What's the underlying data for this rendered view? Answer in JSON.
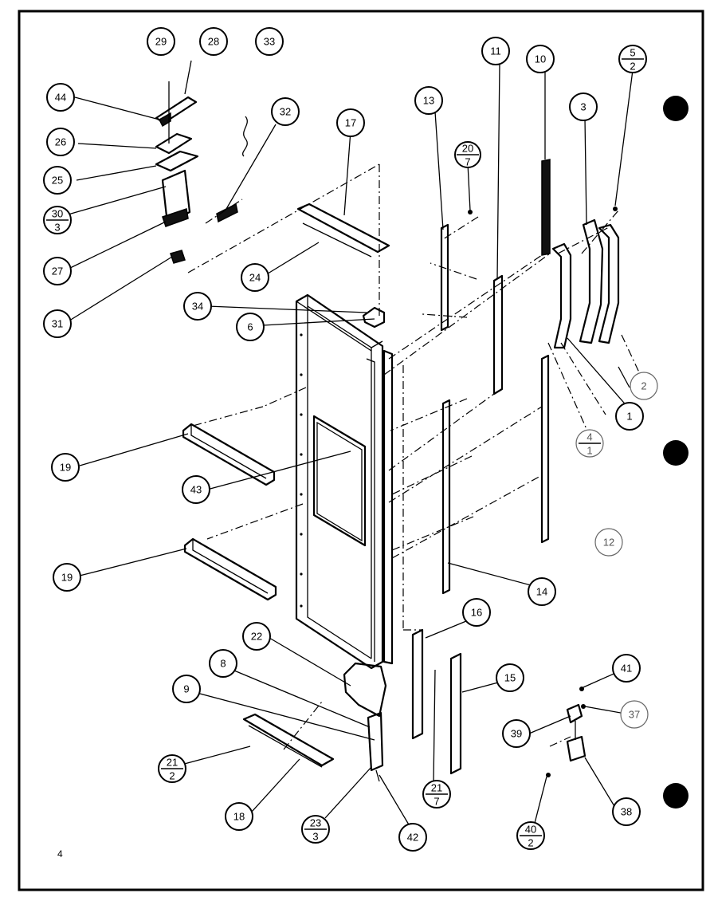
{
  "page_number": "4",
  "callouts": {
    "c29": "29",
    "c28": "28",
    "c33": "33",
    "c44": "44",
    "c32": "32",
    "c26": "26",
    "c25": "25",
    "c17": "17",
    "c30": {
      "top": "30",
      "bottom": "3"
    },
    "c27": "27",
    "c24": "24",
    "c31": "31",
    "c34": "34",
    "c6": "6",
    "c11": "11",
    "c10": "10",
    "c13": "13",
    "c20": {
      "top": "20",
      "bottom": "7"
    },
    "c3": "3",
    "c5": {
      "top": "5",
      "bottom": "2"
    },
    "c2": "2",
    "c1": "1",
    "c4": {
      "top": "4",
      "bottom": "1"
    },
    "c19a": "19",
    "c43": "43",
    "c19b": "19",
    "c12": "12",
    "c14": "14",
    "c16": "16",
    "c22": "22",
    "c8": "8",
    "c9": "9",
    "c15": "15",
    "c41": "41",
    "c37": "37",
    "c39": "39",
    "c21a": {
      "top": "21",
      "bottom": "2"
    },
    "c21b": {
      "top": "21",
      "bottom": "7"
    },
    "c18": "18",
    "c23": {
      "top": "23",
      "bottom": "3"
    },
    "c42": "42",
    "c40": {
      "top": "40",
      "bottom": "2"
    },
    "c38": "38"
  }
}
